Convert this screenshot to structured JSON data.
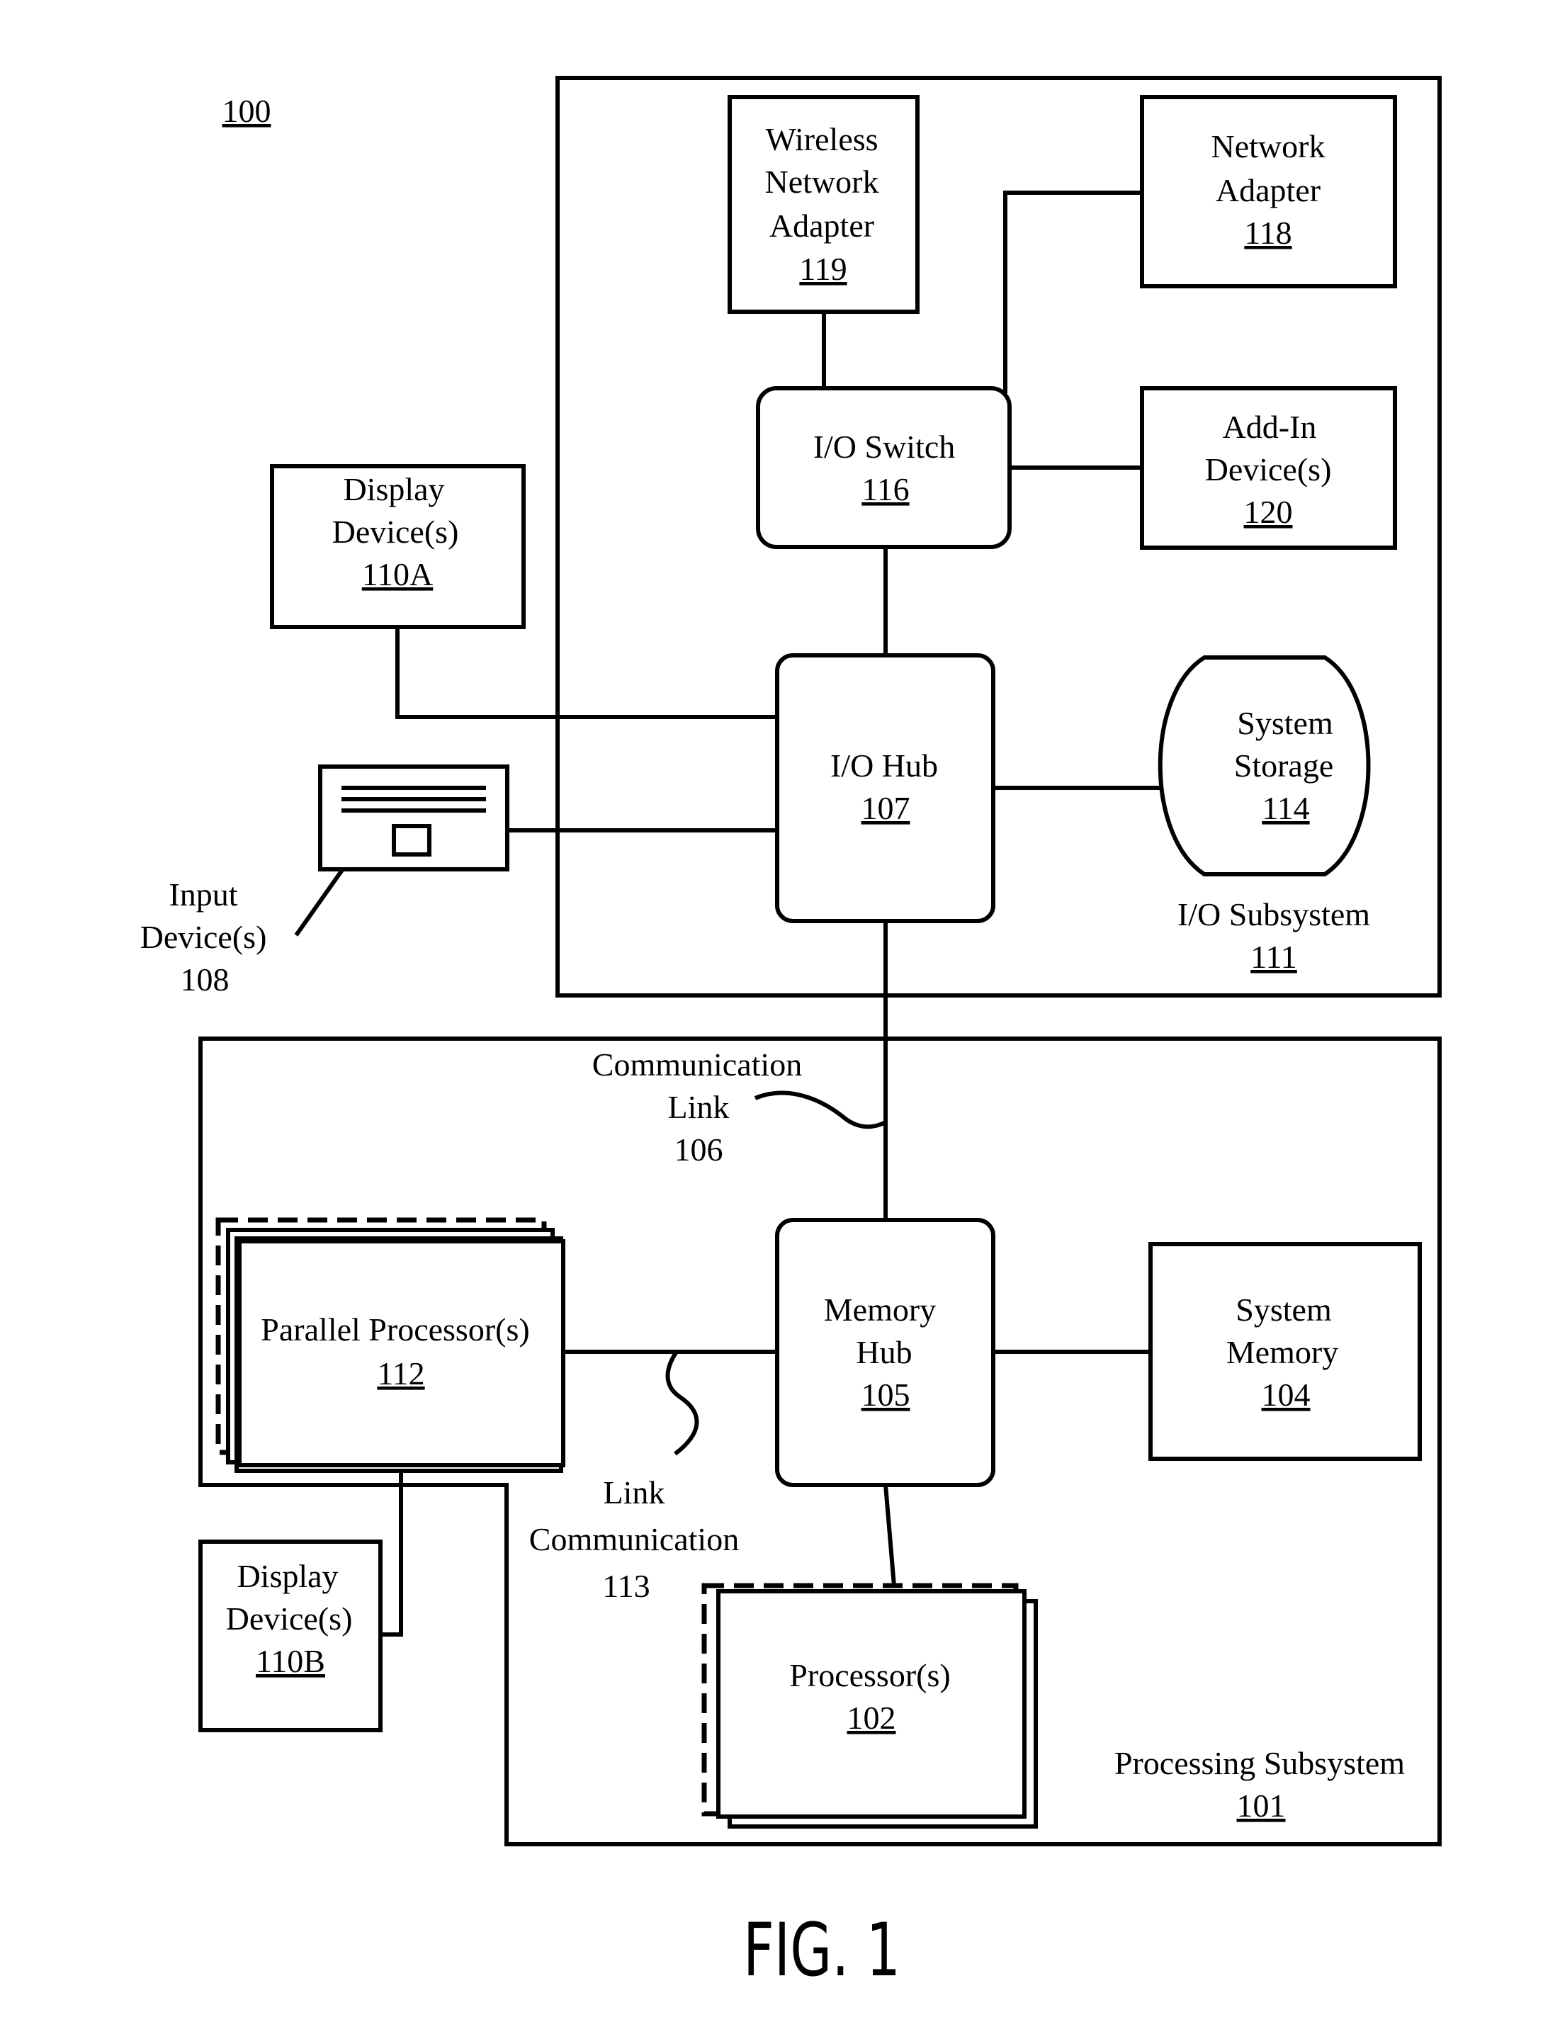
{
  "figure": {
    "ref": "100",
    "caption": "FIG. 1"
  },
  "io_subsystem": {
    "name": "I/O Subsystem",
    "ref": "111"
  },
  "processing_subsystem": {
    "name": "Processing Subsystem",
    "ref": "101"
  },
  "wireless_network_adapter": {
    "line1": "Wireless",
    "line2": "Network",
    "line3": "Adapter",
    "ref": "119"
  },
  "network_adapter": {
    "line1": "Network",
    "line2": "Adapter",
    "ref": "118"
  },
  "io_switch": {
    "line1": "I/O Switch",
    "ref": "116"
  },
  "add_in_devices": {
    "line1": "Add-In",
    "line2": "Device(s)",
    "ref": "120"
  },
  "display_devices_a": {
    "line1": "Display",
    "line2": "Device(s)",
    "ref": "110A"
  },
  "io_hub": {
    "line1": "I/O Hub",
    "ref": "107"
  },
  "system_storage": {
    "line1": "System",
    "line2": "Storage",
    "ref": "114"
  },
  "input_devices": {
    "line1": "Input",
    "line2": "Device(s)",
    "ref": "108"
  },
  "communication_link": {
    "line1": "Communication",
    "line2": "Link",
    "ref": "106"
  },
  "parallel_processors": {
    "line1": "Parallel Processor(s)",
    "ref": "112"
  },
  "memory_hub": {
    "line1": "Memory",
    "line2": "Hub",
    "ref": "105"
  },
  "system_memory": {
    "line1": "System",
    "line2": "Memory",
    "ref": "104"
  },
  "link_communication": {
    "line1": "Link",
    "line2": "Communication",
    "ref": "113"
  },
  "display_devices_b": {
    "line1": "Display",
    "line2": "Device(s)",
    "ref": "110B"
  },
  "processors": {
    "line1": "Processor(s)",
    "ref": "102"
  }
}
